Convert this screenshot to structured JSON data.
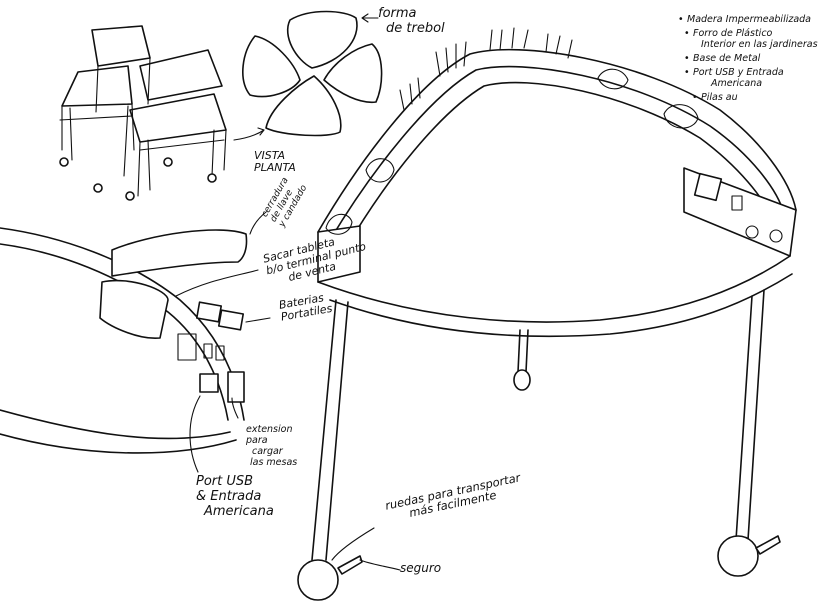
{
  "sketch": {
    "title": "Carro jardinera modular (boceto)",
    "ink_color": "#111111",
    "background": "#ffffff"
  },
  "labels": {
    "forma_trebol": [
      "forma",
      "de trebol"
    ],
    "vista_planta": [
      "VISTA",
      "PLANTA"
    ],
    "cerradura": [
      "cerradura",
      "de llave",
      "y candado"
    ],
    "sacar_tableta": [
      "Sacar tableta",
      "b/o terminal punto",
      "de venta"
    ],
    "baterias": [
      "Baterias",
      "Portatiles"
    ],
    "extension": [
      "extension",
      "para",
      "cargar",
      "las mesas"
    ],
    "port_usb": [
      "Port USB",
      "& Entrada",
      "Americana"
    ],
    "ruedas": [
      "ruedas para transportar",
      "más facilmente"
    ],
    "seguro": "seguro"
  },
  "features": [
    {
      "lines": [
        "Madera Impermeabilizada"
      ]
    },
    {
      "lines": [
        "Forro de Plástico",
        "Interior en las jardineras"
      ]
    },
    {
      "lines": [
        "Base de Metal"
      ]
    },
    {
      "lines": [
        "Port USB y Entrada",
        "Americana"
      ]
    },
    {
      "lines": [
        "Pilas au"
      ]
    }
  ]
}
